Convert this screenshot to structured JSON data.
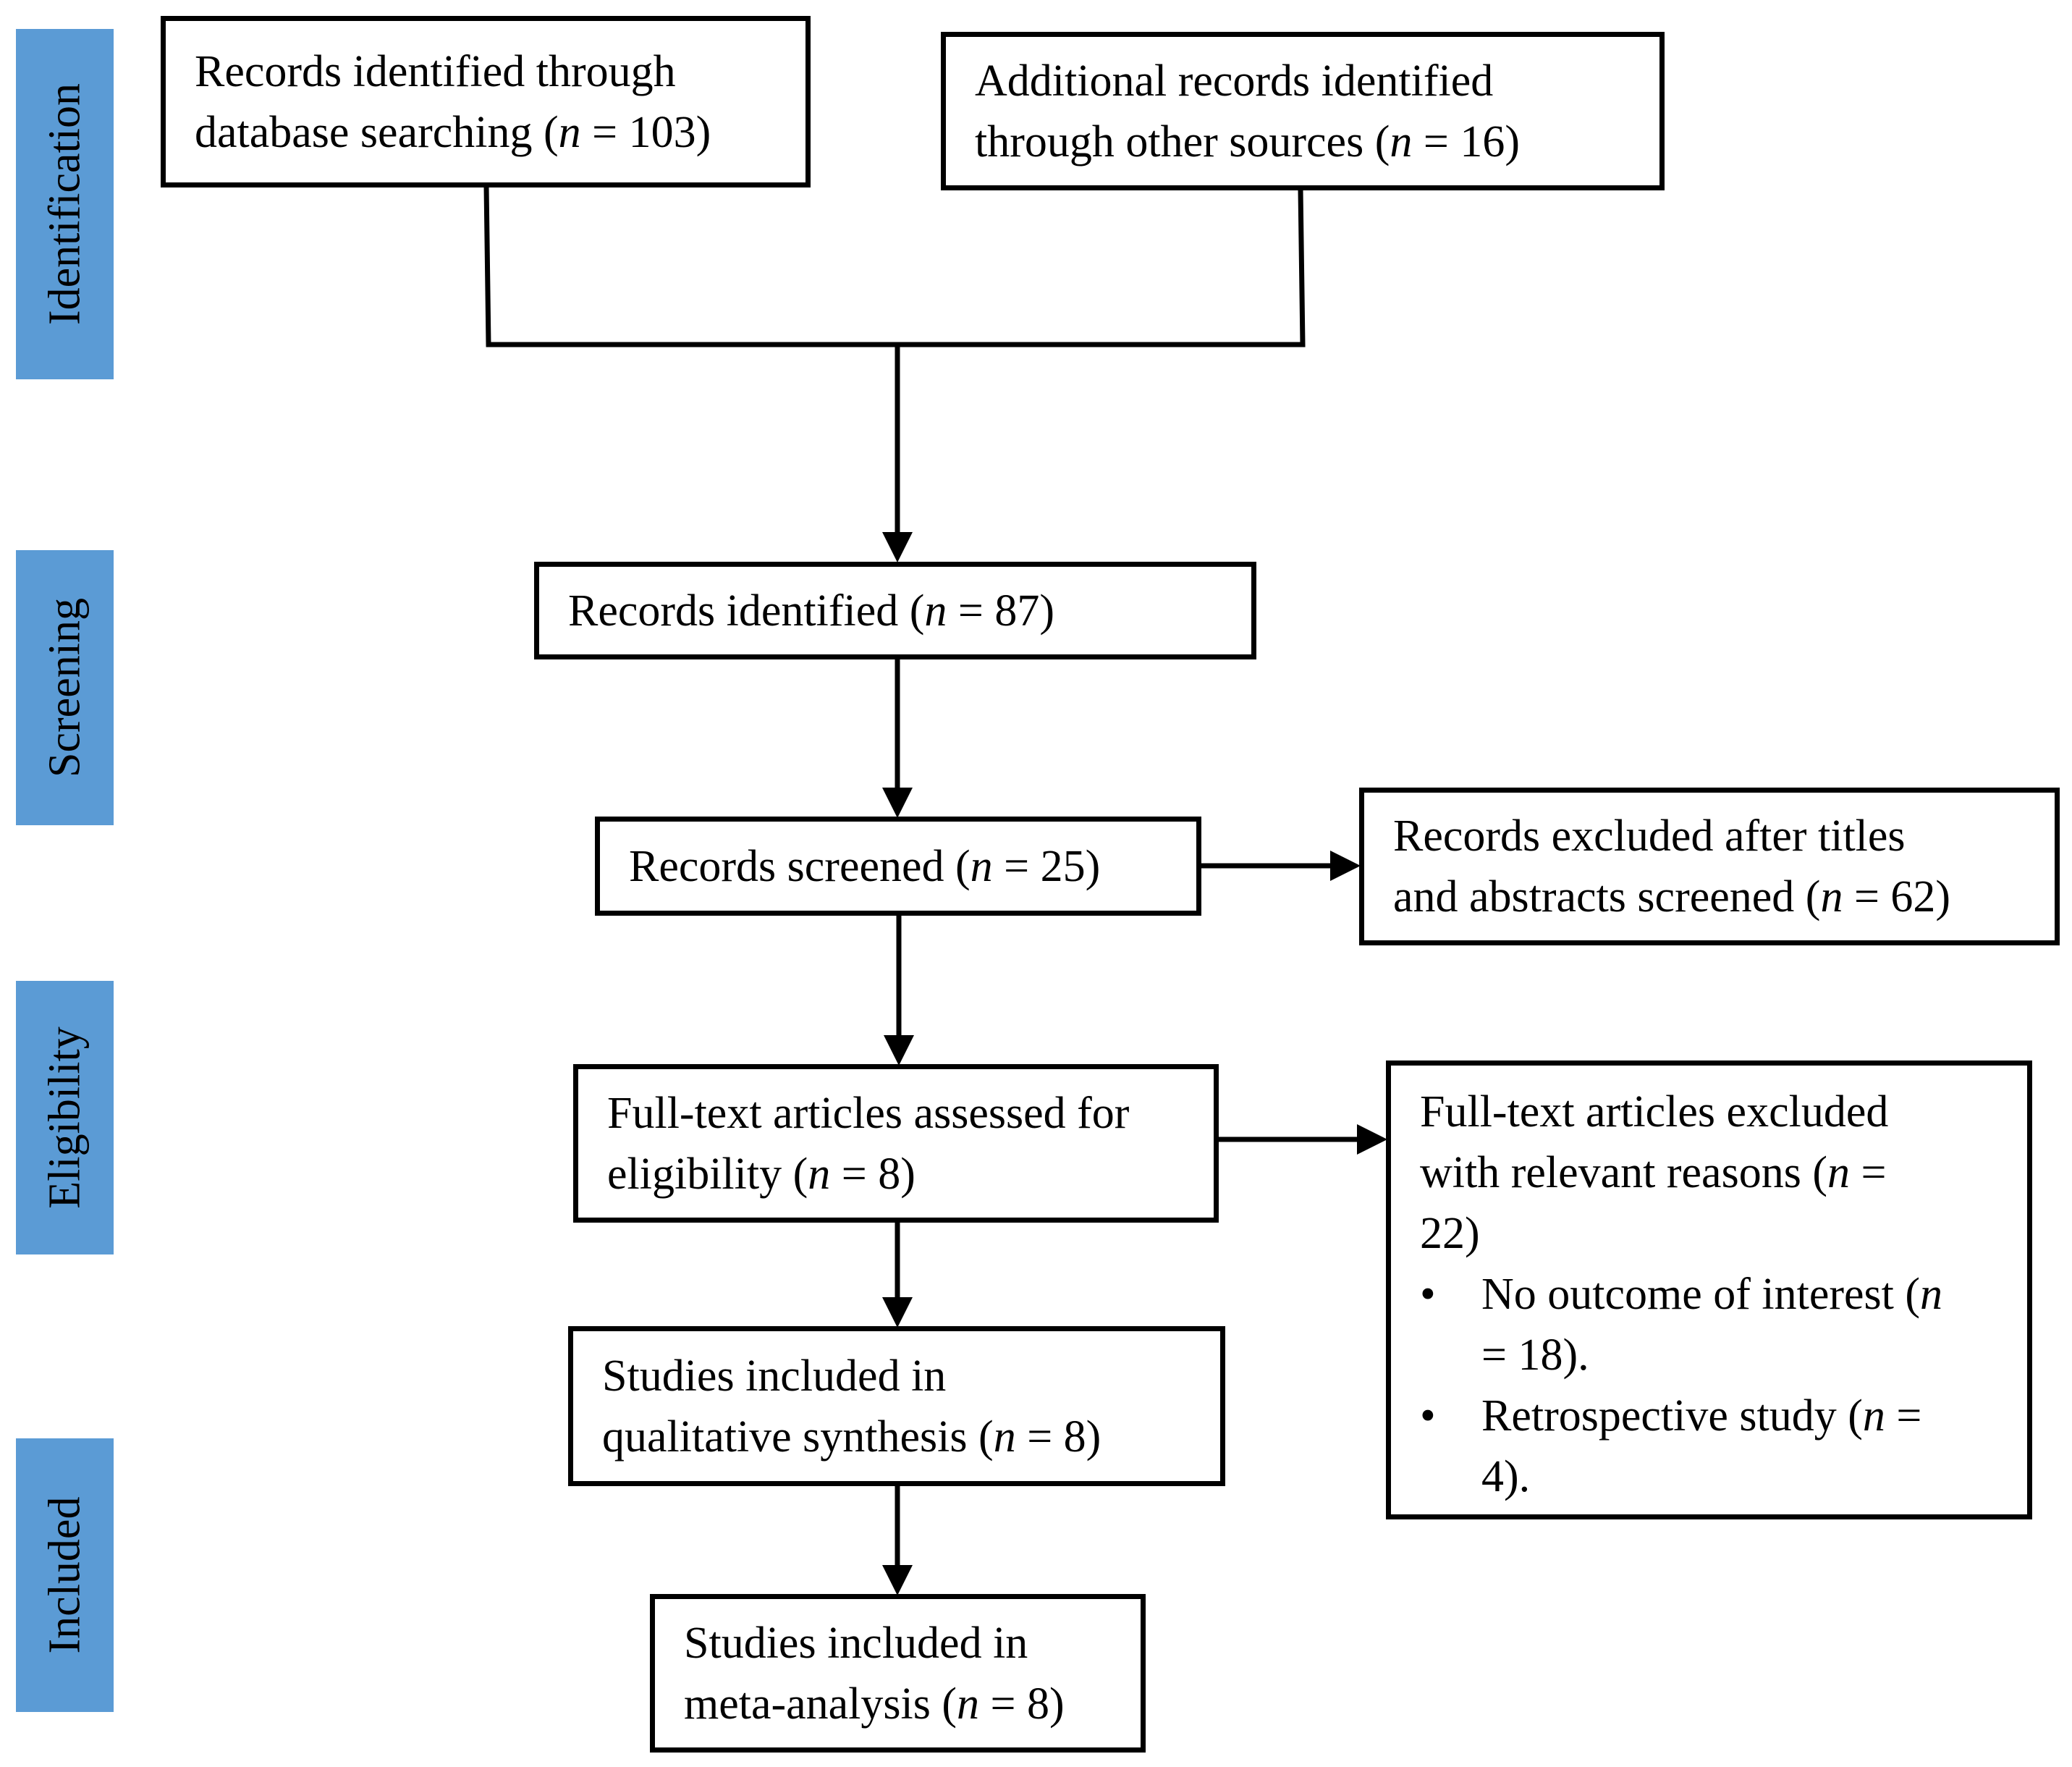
{
  "stages": {
    "identification": "Identification",
    "screening": "Screening",
    "eligibility": "Eligibility",
    "included": "Included"
  },
  "boxes": {
    "database": {
      "line1": "Records identified through",
      "line2_pre": "database searching (",
      "n": "n",
      "line2_post": " = 103)"
    },
    "other_sources": {
      "line1": "Additional records identified",
      "line2_pre": "through other sources (",
      "n": "n",
      "line2_post": " = 16)"
    },
    "identified": {
      "pre": "Records identified (",
      "n": "n",
      "post": " = 87)"
    },
    "screened": {
      "pre": "Records screened (",
      "n": "n",
      "post": " = 25)"
    },
    "excluded_titles": {
      "line1": "Records excluded after titles",
      "line2_pre": "and abstracts screened (",
      "n": "n",
      "line2_post": " = 62)"
    },
    "fulltext_assessed": {
      "line1": "Full-text articles assessed for",
      "line2_pre": "eligibility (",
      "n": "n",
      "line2_post": " = 8)"
    },
    "fulltext_excluded": {
      "line1": "Full-text articles excluded",
      "line2_pre": "with relevant reasons (",
      "n": "n",
      "line2_post": " =",
      "line3": "22)",
      "bullets": [
        {
          "pre": "No outcome of interest (",
          "n": "n",
          "post": "",
          "line2": "= 18)."
        },
        {
          "pre": "Retrospective  study (",
          "n": "n",
          "post": " =",
          "line2": "4)."
        }
      ]
    },
    "qualitative": {
      "line1": "Studies included in",
      "line2_pre": "qualitative synthesis (",
      "n": "n",
      "line2_post": " = 8)"
    },
    "meta_analysis": {
      "line1": "Studies included in",
      "line2_pre": "meta-analysis (",
      "n": "n",
      "line2_post": " = 8)"
    }
  },
  "colors": {
    "stage_fill": "#5b9bd5",
    "border": "#000000"
  }
}
